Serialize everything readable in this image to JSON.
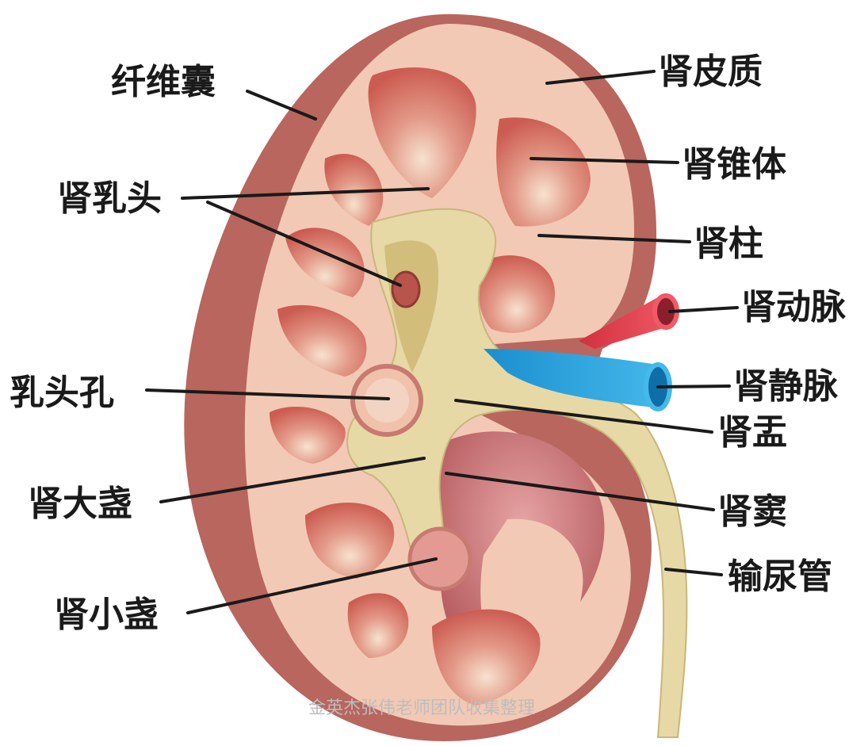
{
  "labels": {
    "capsule": "纤维囊",
    "renal_cortex": "肾皮质",
    "renal_pyramid": "肾锥体",
    "renal_papilla": "肾乳头",
    "renal_column": "肾柱",
    "renal_artery": "肾动脉",
    "renal_vein": "肾静脉",
    "papillary_foramina": "乳头孔",
    "renal_pelvis": "肾盂",
    "major_calyx": "肾大盏",
    "renal_sinus": "肾窦",
    "minor_calyx": "肾小盏",
    "ureter": "输尿管"
  },
  "watermark": "金英杰张伟老师团队收集整理",
  "colors": {
    "capsule": "#b8665e",
    "cortex": "#f2c9b4",
    "pyramid": "#d46a5e",
    "pelvis": "#e6d9a6",
    "artery": "#e8414f",
    "vein": "#2aa8df",
    "sinus": "#c9787a"
  }
}
